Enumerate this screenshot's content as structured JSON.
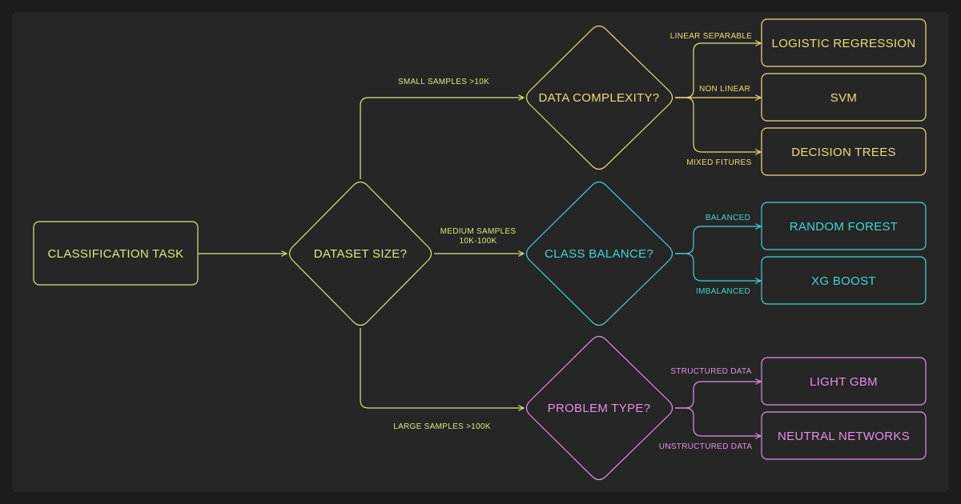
{
  "colors": {
    "background": "#262626",
    "root": "#d7ea7c",
    "complexity": "#ebdd78",
    "balance": "#3fd6d6",
    "problem": "#e48fe6"
  },
  "nodes": {
    "root": "CLASSIFICATION TASK",
    "size": "DATASET SIZE?",
    "complexity": "DATA COMPLEXITY?",
    "balance": "CLASS BALANCE?",
    "problem": "PROBLEM TYPE?",
    "logistic": "LOGISTIC REGRESSION",
    "svm": "SVM",
    "trees": "DECISION TREES",
    "forest": "RANDOM FOREST",
    "xgboost": "XG BOOST",
    "lightgbm": "LIGHT GBM",
    "neural": "NEUTRAL NETWORKS"
  },
  "edges": {
    "small": "SMALL SAMPLES >10K",
    "medium_1": "MEDIUM SAMPLES",
    "medium_2": "10K-100K",
    "large": "LARGE SAMPLES >100K",
    "linear": "LINEAR SEPARABLE",
    "nonlinear": "NON LINEAR",
    "mixed": "MIXED FITURES",
    "balanced": "BALANCED",
    "imbalanced": "IMBALANCED",
    "structured": "STRUCTURED DATA",
    "unstructured": "UNSTRUCTURED DATA"
  }
}
